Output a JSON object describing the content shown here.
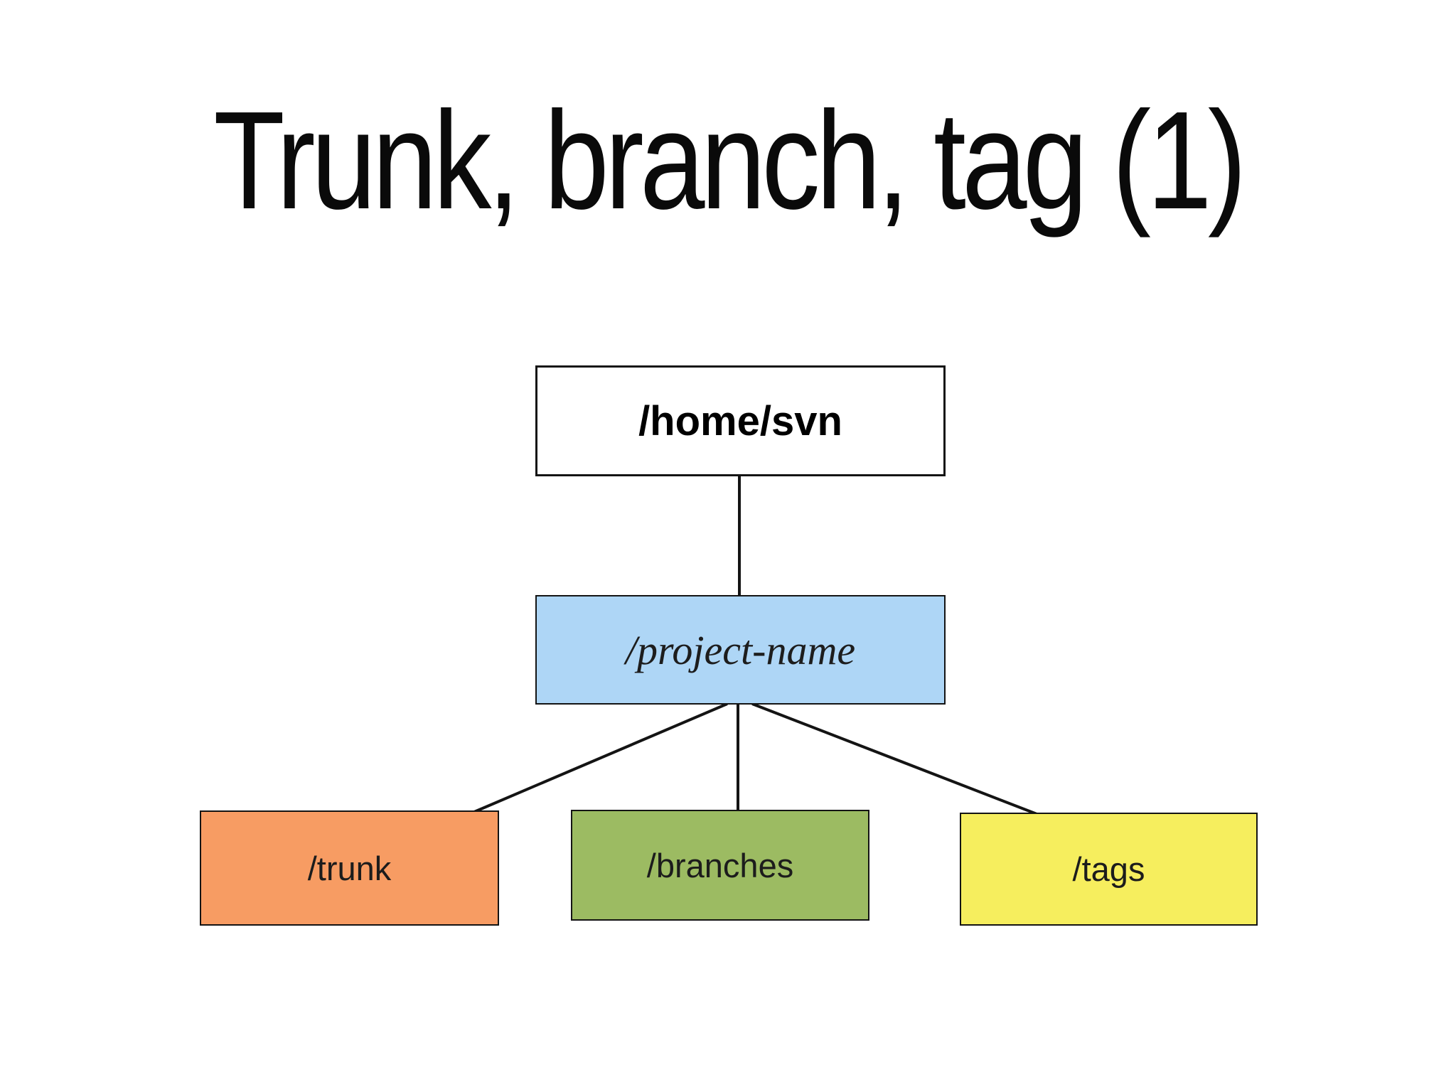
{
  "slide": {
    "title": "Trunk, branch, tag (1)"
  },
  "diagram": {
    "root": {
      "id": "home-svn",
      "label": "/home/svn",
      "fill": "#ffffff"
    },
    "project": {
      "id": "project-name",
      "label": "/project-name",
      "fill": "#aed6f6"
    },
    "children": [
      {
        "id": "trunk",
        "label": "/trunk",
        "fill": "#f79c63"
      },
      {
        "id": "branches",
        "label": "/branches",
        "fill": "#9cbb62"
      },
      {
        "id": "tags",
        "label": "/tags",
        "fill": "#f6ee5e"
      }
    ],
    "edges": [
      {
        "from": "home-svn",
        "to": "project-name"
      },
      {
        "from": "project-name",
        "to": "trunk"
      },
      {
        "from": "project-name",
        "to": "branches"
      },
      {
        "from": "project-name",
        "to": "tags"
      }
    ],
    "line_color": "#141414"
  }
}
